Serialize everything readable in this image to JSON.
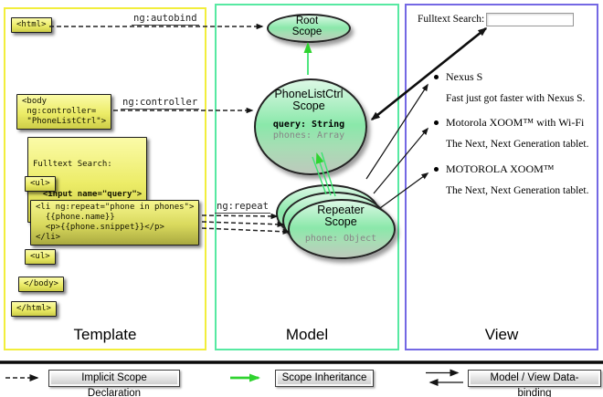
{
  "colors": {
    "panel_template": "#f2ee3c",
    "panel_model": "#57e9a2",
    "panel_view": "#7468e4",
    "arrow_green": "#2fd32f",
    "inherit_green": "#3ce471",
    "ellipse_green": "#8ae8aa"
  },
  "template": {
    "title": "Template",
    "arrow_labels": {
      "autobind": "ng:autobind",
      "controller": "ng:controller",
      "repeat": "ng:repeat"
    },
    "boxes": {
      "html_open": "<html>",
      "body_open": "<body\n ng:controller=\n \"PhoneListCtrl\">",
      "fulltext_label": "Fulltext Search:",
      "fulltext_input": "  <input name=\"query\">",
      "ul_open_1": "<ul>",
      "li_repeat": "<li ng:repeat=\"phone in phones\">\n  {{phone.name}}\n  <p>{{phone.snippet}}</p>\n</li>",
      "ul_open_2": "<ul>",
      "body_close": "</body>",
      "html_close": "</html>"
    }
  },
  "model": {
    "title": "Model",
    "root_scope": {
      "name_line1": "Root",
      "name_line2": "Scope"
    },
    "phonelist_scope": {
      "name_line1": "PhoneListCtrl",
      "name_line2": "Scope",
      "prop_query": "query: String",
      "prop_phones": "phones: Array"
    },
    "repeater_scope": {
      "name_line1": "Repeater",
      "name_line2": "Scope",
      "prop_phone": "phone: Object"
    }
  },
  "view": {
    "title": "View",
    "search_label": "Fulltext Search:",
    "search_value": "",
    "items": [
      {
        "name": "Nexus S",
        "snippet": "Fast just got faster with Nexus S."
      },
      {
        "name": "Motorola XOOM™ with Wi-Fi",
        "snippet": "The Next, Next Generation tablet."
      },
      {
        "name": "MOTOROLA XOOM™",
        "snippet": "The Next, Next Generation tablet."
      }
    ]
  },
  "legend": {
    "implicit": "Implicit Scope Declaration",
    "inheritance": "Scope Inheritance",
    "binding": "Model / View Data-binding"
  }
}
